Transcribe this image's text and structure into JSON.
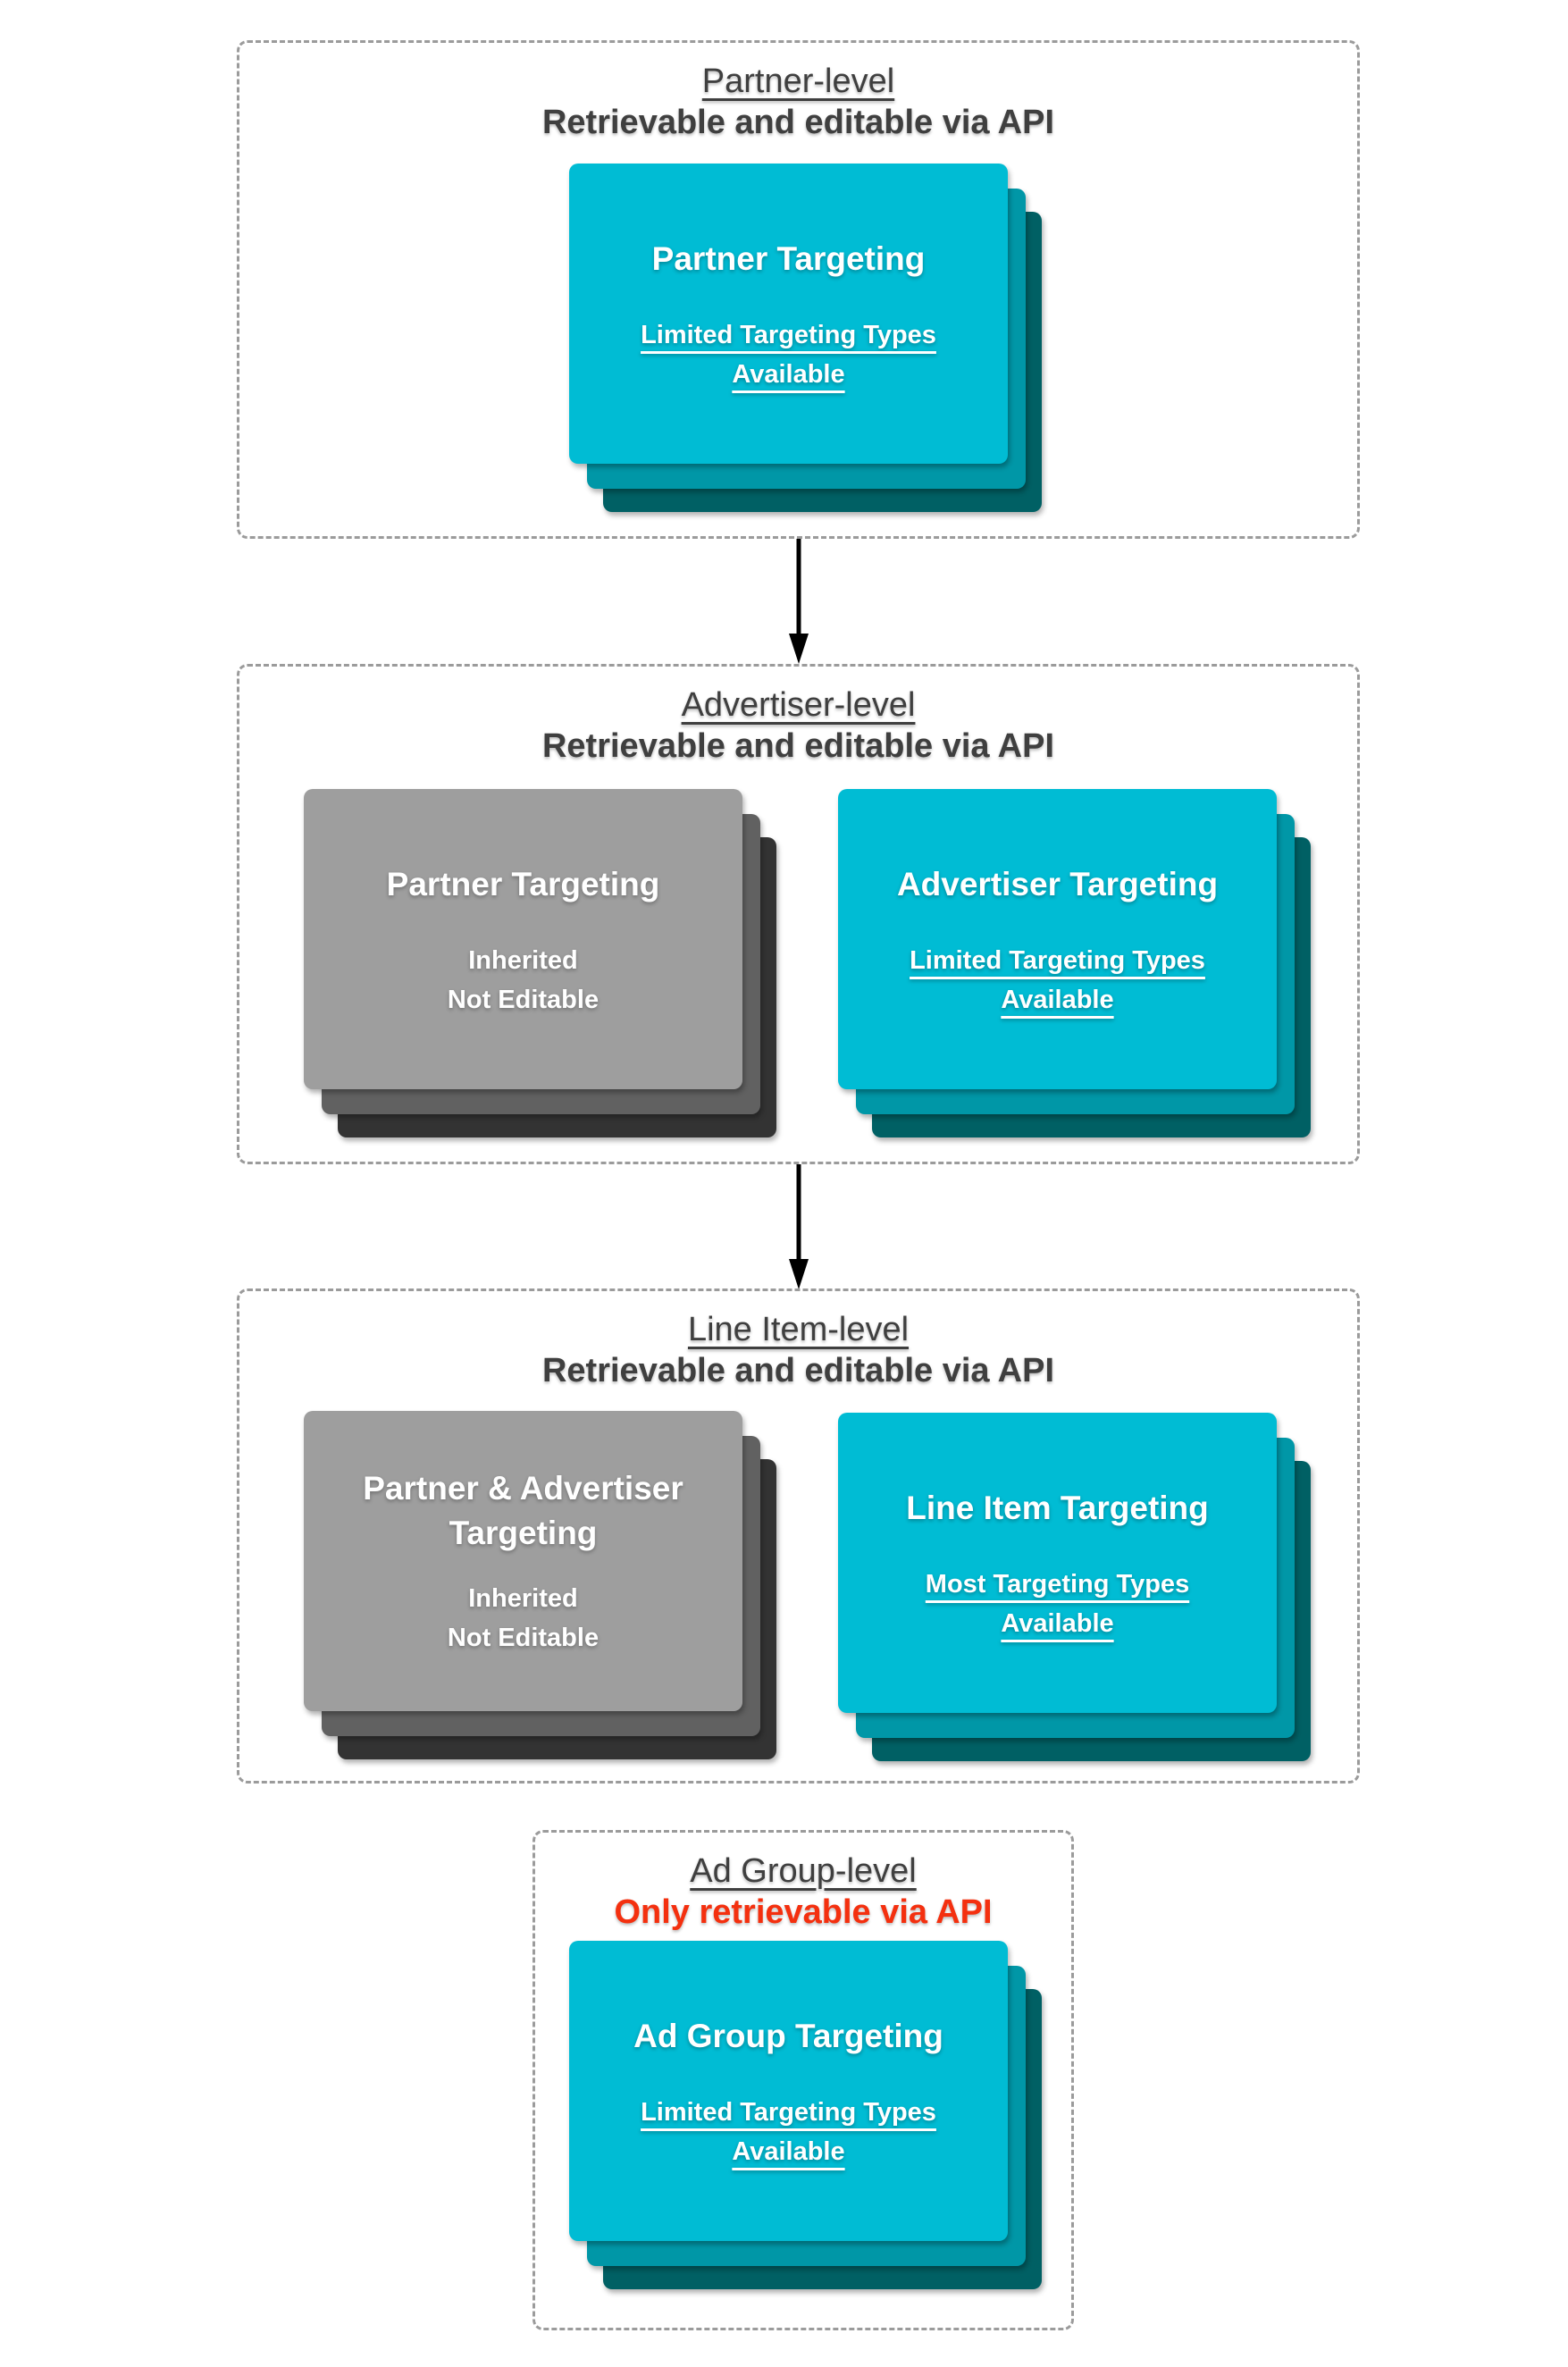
{
  "colors": {
    "teal": "#00BCD4",
    "teal_mid": "#0097A7",
    "teal_dark": "#006064",
    "gray": "#9E9E9E",
    "gray_mid": "#616161",
    "gray_dark": "#333333",
    "heading": "#3F3F3F",
    "red": "#F4300F",
    "dash": "#9B9B9B",
    "arrow": "#000000",
    "card_text": "#FFFFFF",
    "background": "#FFFFFF"
  },
  "sections": [
    {
      "id": "partner",
      "title": "Partner-level",
      "subtitle": "Retrievable and editable via API",
      "cards": [
        {
          "variant": "teal",
          "title_lines": [
            "Partner Targeting"
          ],
          "body_lines": [
            "Limited Targeting Types",
            "Available"
          ],
          "body_underlined": true
        }
      ]
    },
    {
      "id": "advertiser",
      "title": "Advertiser-level",
      "subtitle": "Retrievable and editable via API",
      "cards": [
        {
          "variant": "gray",
          "title_lines": [
            "Partner Targeting"
          ],
          "body_lines": [
            "Inherited",
            "Not Editable"
          ],
          "body_underlined": false
        },
        {
          "variant": "teal",
          "title_lines": [
            "Advertiser Targeting"
          ],
          "body_lines": [
            "Limited Targeting Types",
            "Available"
          ],
          "body_underlined": true
        }
      ]
    },
    {
      "id": "line-item",
      "title": "Line Item-level",
      "subtitle": "Retrievable and editable via API",
      "cards": [
        {
          "variant": "gray",
          "title_lines": [
            "Partner & Advertiser",
            "Targeting"
          ],
          "body_lines": [
            "Inherited",
            "Not Editable"
          ],
          "body_underlined": false
        },
        {
          "variant": "teal",
          "title_lines": [
            "Line Item Targeting"
          ],
          "body_lines": [
            "Most Targeting Types",
            "Available"
          ],
          "body_underlined": true
        }
      ]
    },
    {
      "id": "ad-group",
      "title": "Ad Group-level",
      "subtitle": "Only retrievable via API",
      "cards": [
        {
          "variant": "teal",
          "title_lines": [
            "Ad Group Targeting"
          ],
          "body_lines": [
            "Limited Targeting Types",
            "Available"
          ],
          "body_underlined": true
        }
      ]
    }
  ]
}
